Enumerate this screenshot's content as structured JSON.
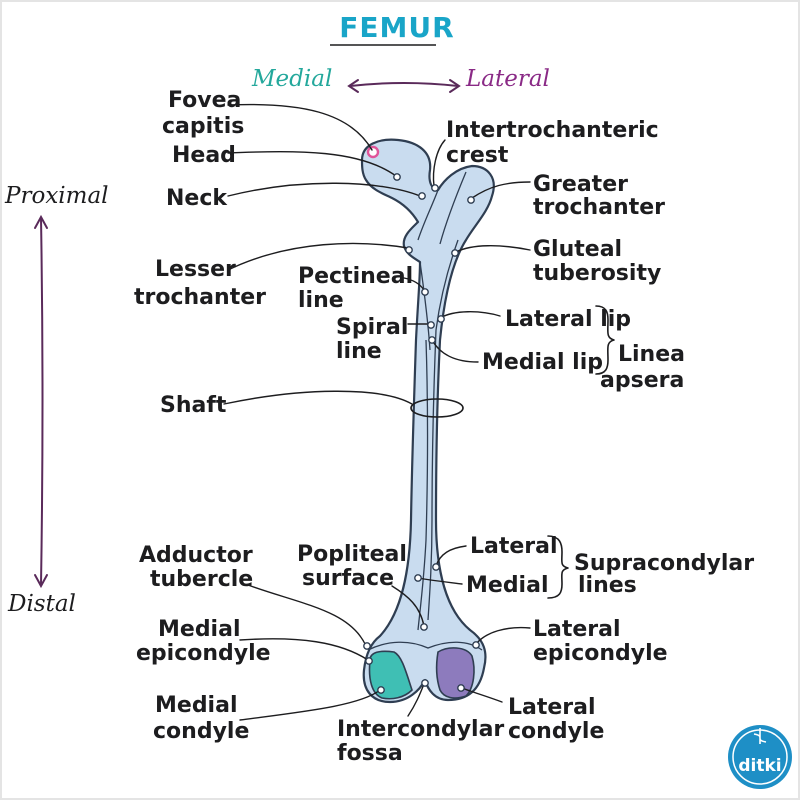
{
  "title": "FEMUR",
  "colors": {
    "title": "#19a5c8",
    "medial": "#24a89c",
    "lateral": "#8a2a86",
    "axis": "#5a2a5a",
    "bone": "#c9dcef",
    "medial_condyle": "#3fbfb4",
    "lateral_condyle": "#8d7bbd",
    "fovea": "#e0559a",
    "logo": "#1e8fc6"
  },
  "orientation": {
    "medial": "Medial",
    "lateral": "Lateral"
  },
  "axis": {
    "proximal": "Proximal",
    "distal": "Distal"
  },
  "labels": {
    "fovea_1": "Fovea",
    "fovea_2": "capitis",
    "head": "Head",
    "neck": "Neck",
    "intertrochanteric_1": "Intertrochanteric",
    "intertrochanteric_2": "crest",
    "greater_1": "Greater",
    "greater_2": "trochanter",
    "lesser_1": "Lesser",
    "lesser_2": "trochanter",
    "pectineal_1": "Pectineal",
    "pectineal_2": "line",
    "gluteal_1": "Gluteal",
    "gluteal_2": "tuberosity",
    "spiral_1": "Spiral",
    "spiral_2": "line",
    "lateral_lip": "Lateral lip",
    "medial_lip": "Medial lip",
    "linea_1": "Linea",
    "linea_2": "apsera",
    "shaft": "Shaft",
    "adductor_1": "Adductor",
    "adductor_2": "tubercle",
    "popliteal_1": "Popliteal",
    "popliteal_2": "surface",
    "supra_lateral": "Lateral",
    "supra_medial": "Medial",
    "supracondylar_1": "Supracondylar",
    "supracondylar_2": "lines",
    "medial_epi_1": "Medial",
    "medial_epi_2": "epicondyle",
    "lateral_epi_1": "Lateral",
    "lateral_epi_2": "epicondyle",
    "medial_condyle_1": "Medial",
    "medial_condyle_2": "condyle",
    "intercondylar_1": "Intercondylar",
    "intercondylar_2": "fossa",
    "lateral_condyle_1": "Lateral",
    "lateral_condyle_2": "condyle"
  },
  "logo": {
    "text": "ditki",
    "icon": "caduceus-icon"
  }
}
